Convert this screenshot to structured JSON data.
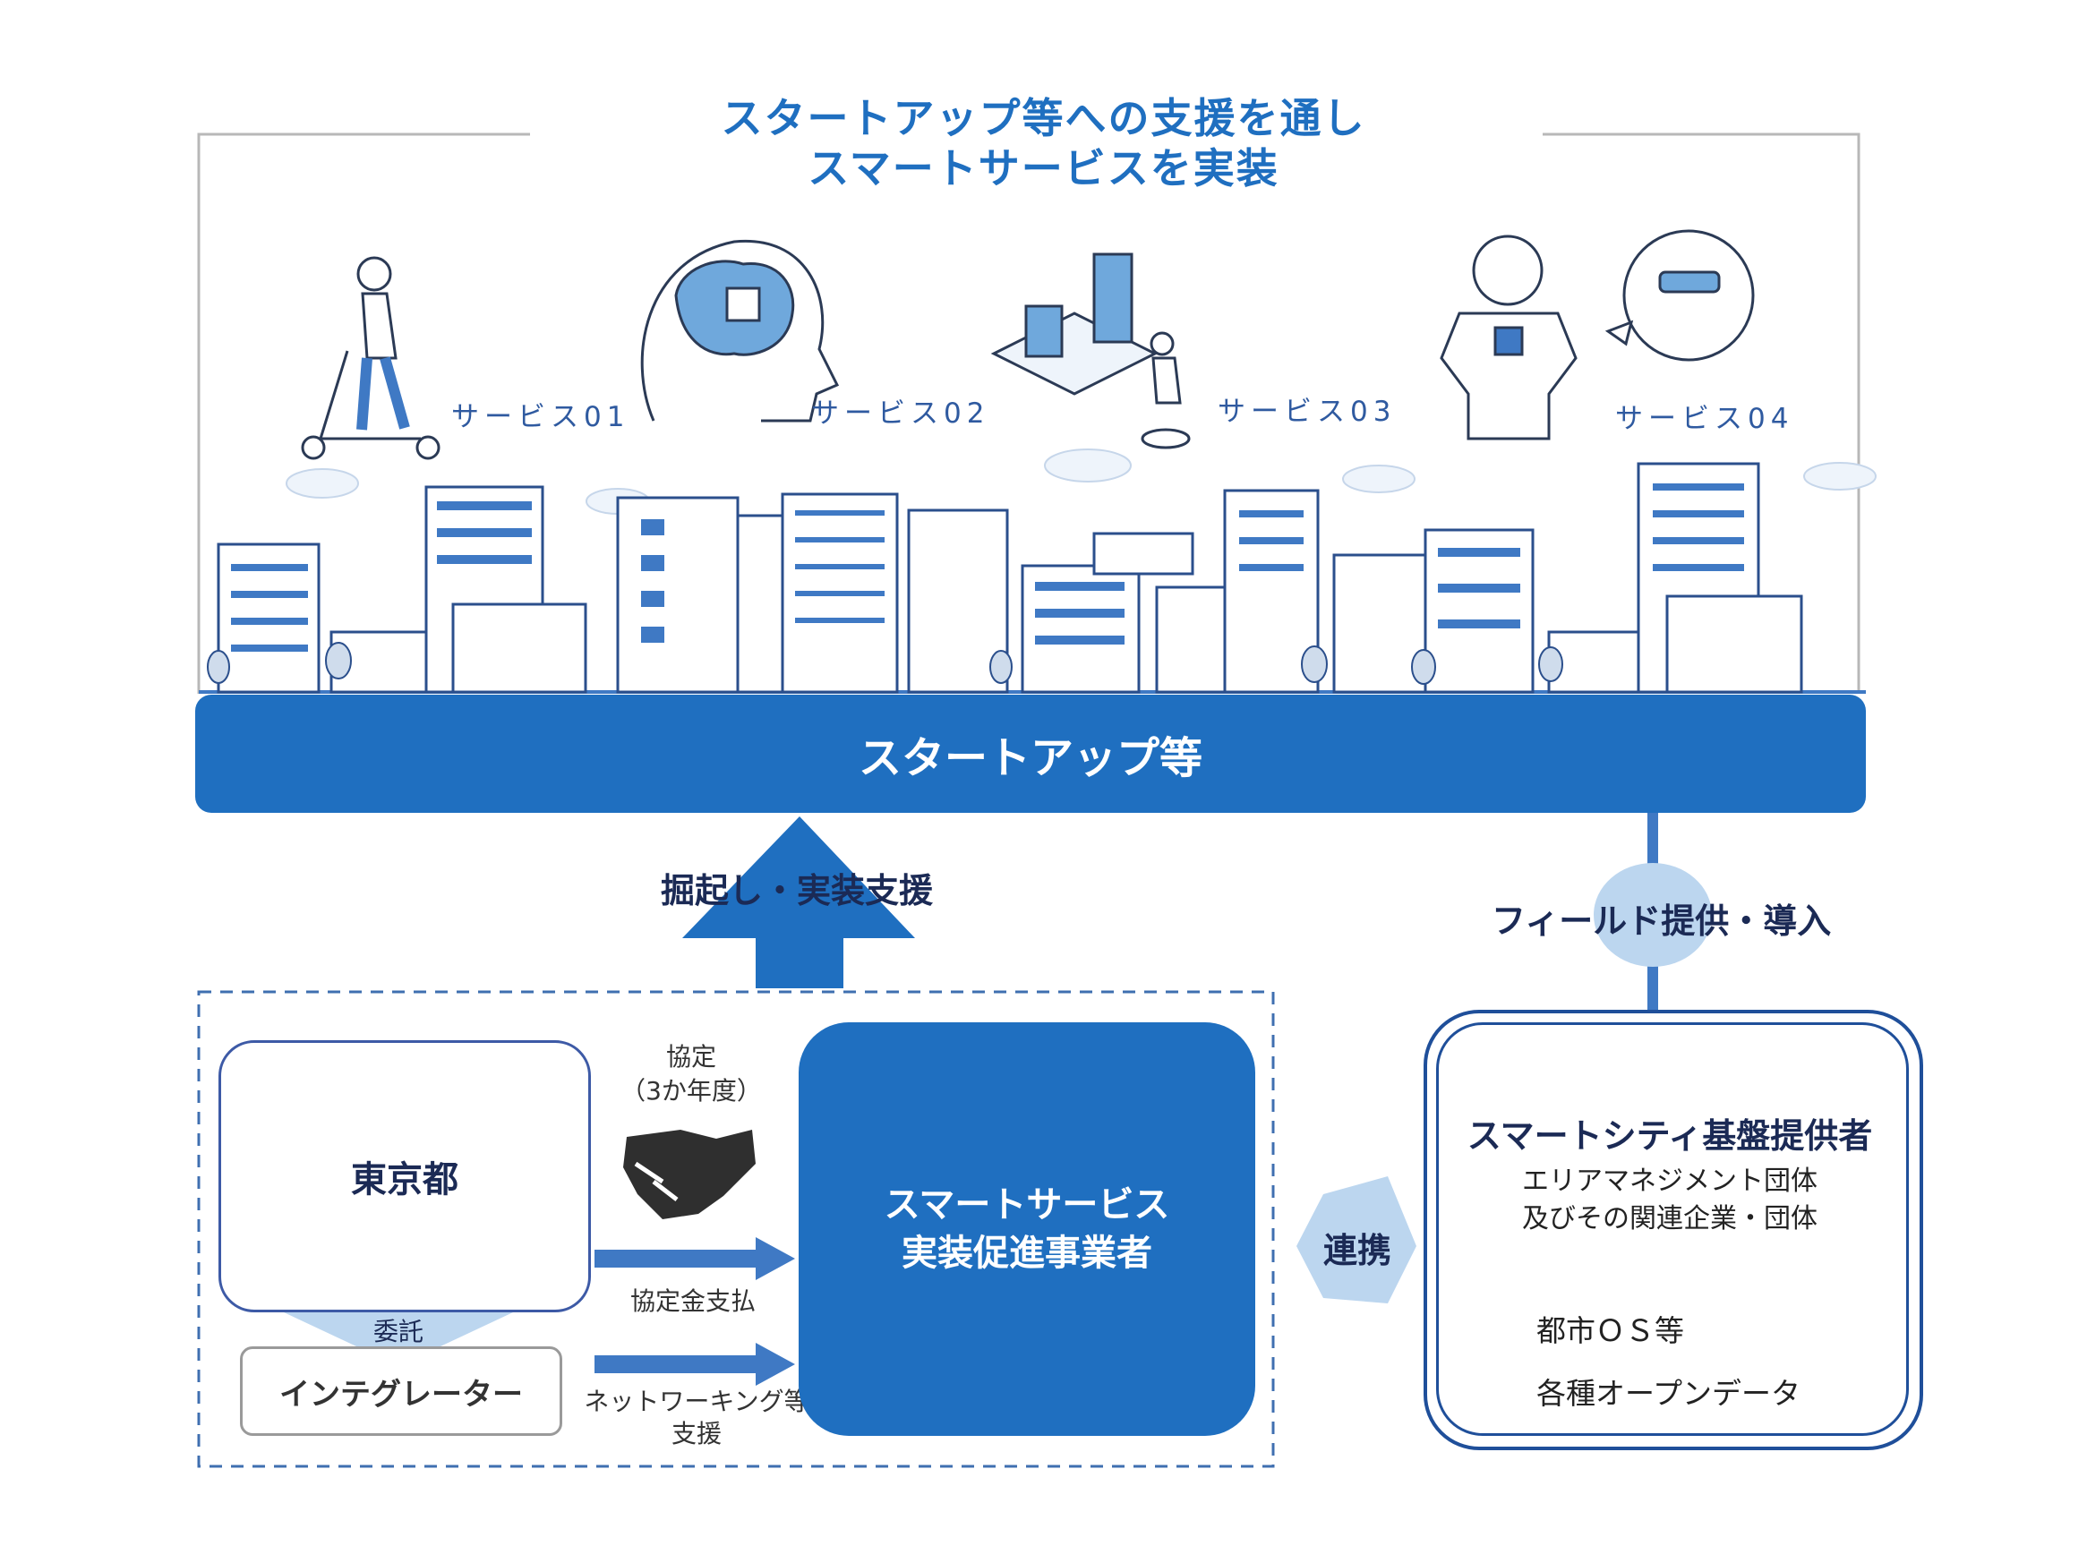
{
  "header": {
    "title_line1": "スタートアップ等への支援を通し",
    "title_line2": "スマートサービスを実装"
  },
  "services": [
    {
      "label": "サービス01"
    },
    {
      "label": "サービス02"
    },
    {
      "label": "サービス03"
    },
    {
      "label": "サービス04"
    }
  ],
  "startup_bar": {
    "label": "スタートアップ等"
  },
  "support_arrow": {
    "label": "掘起し・実装支援"
  },
  "field_link": {
    "label": "フィールド提供・導入"
  },
  "tokyo": {
    "label": "東京都"
  },
  "delegation": {
    "label": "委託"
  },
  "integrator": {
    "label": "インテグレーター"
  },
  "agreement": {
    "line1": "協定",
    "line2": "（3か年度）"
  },
  "payment": {
    "label": "協定金支払"
  },
  "networking": {
    "line1": "ネットワーキング等",
    "line2": "支援"
  },
  "promoter": {
    "line1": "スマートサービス",
    "line2": "実装促進事業者"
  },
  "cooperation": {
    "label": "連携"
  },
  "provider": {
    "title": "スマートシティ基盤提供者",
    "sub1": "エリアマネジメント団体",
    "sub2": "及びその関連企業・団体",
    "items": [
      {
        "label": "都市ＯＳ等",
        "icon": "database-icon"
      },
      {
        "label": "各種オープンデータ",
        "icon": "database-icon"
      }
    ]
  },
  "colors": {
    "primary": "#1f6fc0",
    "dark": "#1b2a55",
    "light_blue": "#bcd6ef",
    "line_blue": "#3f79c4"
  }
}
